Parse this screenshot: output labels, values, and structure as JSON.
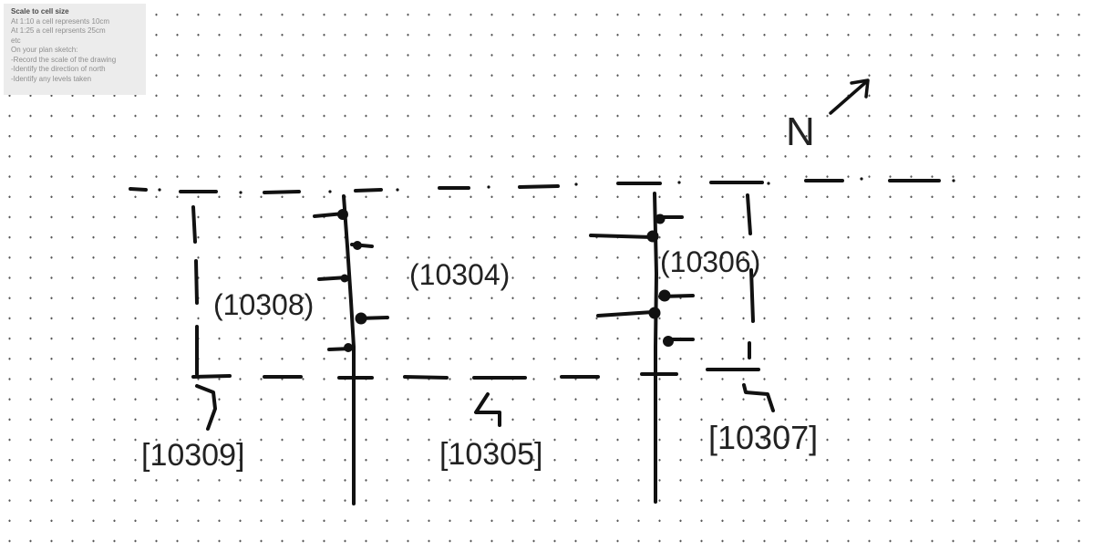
{
  "note": {
    "title": "Scale to cell size",
    "lines": [
      "At 1:10 a cell represents 10cm",
      "At 1:25 a cell reprsents 25cm",
      "etc",
      "On your plan sketch:",
      "-Record the scale of the drawing",
      "-Identify  the  direction of north",
      "-Identify any levels taken"
    ]
  },
  "sketch": {
    "north_label": "N",
    "contexts": {
      "c10308": "(10308)",
      "c10304": "(10304)",
      "c10306": "(10306)",
      "c10309": "[10309]",
      "c10305": "[10305]",
      "c10307": "[10307]"
    }
  }
}
